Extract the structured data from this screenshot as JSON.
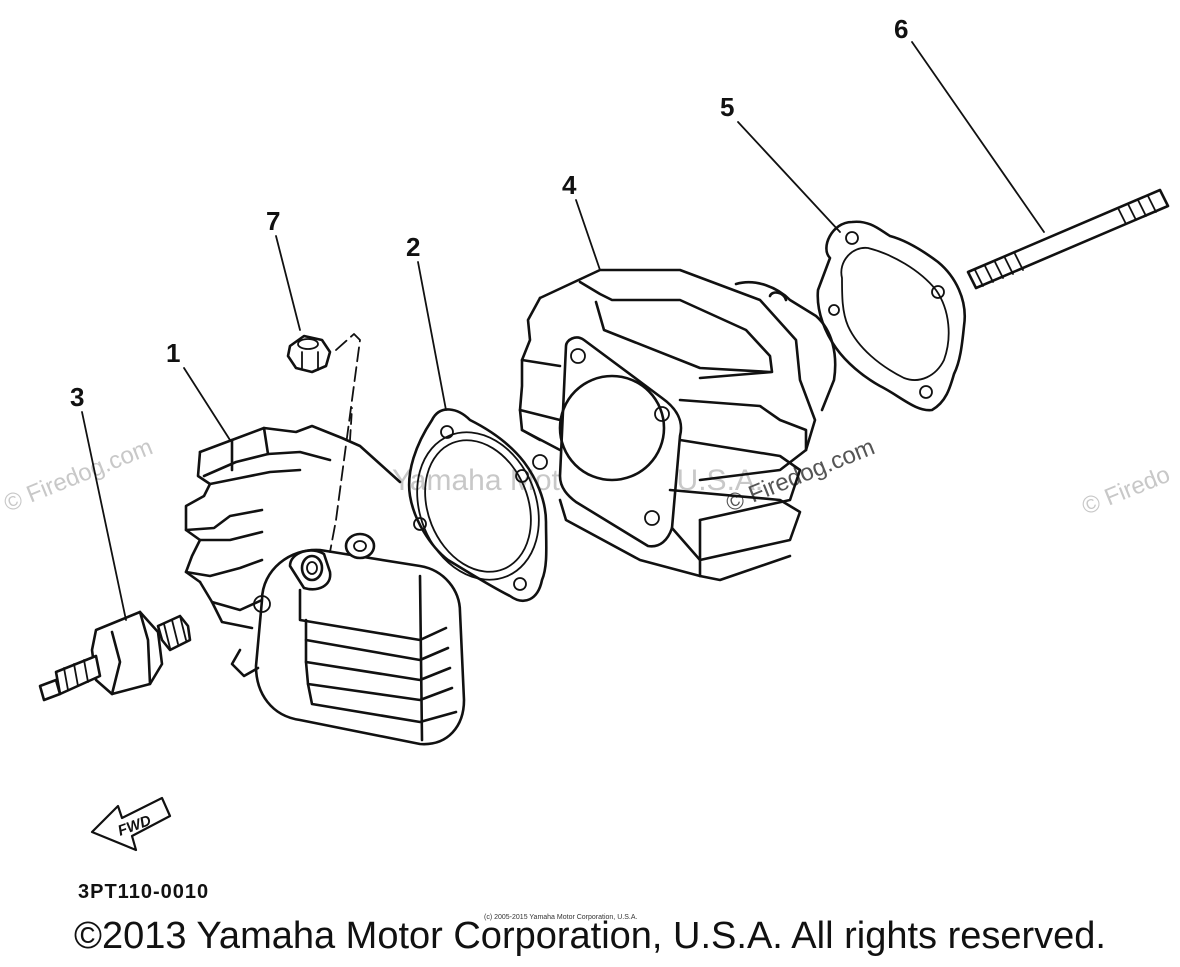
{
  "callouts": [
    {
      "id": "1",
      "label": "1"
    },
    {
      "id": "2",
      "label": "2"
    },
    {
      "id": "3",
      "label": "3"
    },
    {
      "id": "4",
      "label": "4"
    },
    {
      "id": "5",
      "label": "5"
    },
    {
      "id": "6",
      "label": "6"
    },
    {
      "id": "7",
      "label": "7"
    }
  ],
  "fwd_label": "FWD",
  "diagram_code": "3PT110-0010",
  "watermarks": {
    "left": "© Firedog.com",
    "center_right": "© Firedog.com",
    "right": "© Firedo",
    "center_text": "Yamaha Motor Corp. U.S.A."
  },
  "small_copyright": "(c) 2005-2015 Yamaha Motor Corporation, U.S.A.",
  "copyright": "©2013 Yamaha Motor Corporation, U.S.A. All rights reserved."
}
